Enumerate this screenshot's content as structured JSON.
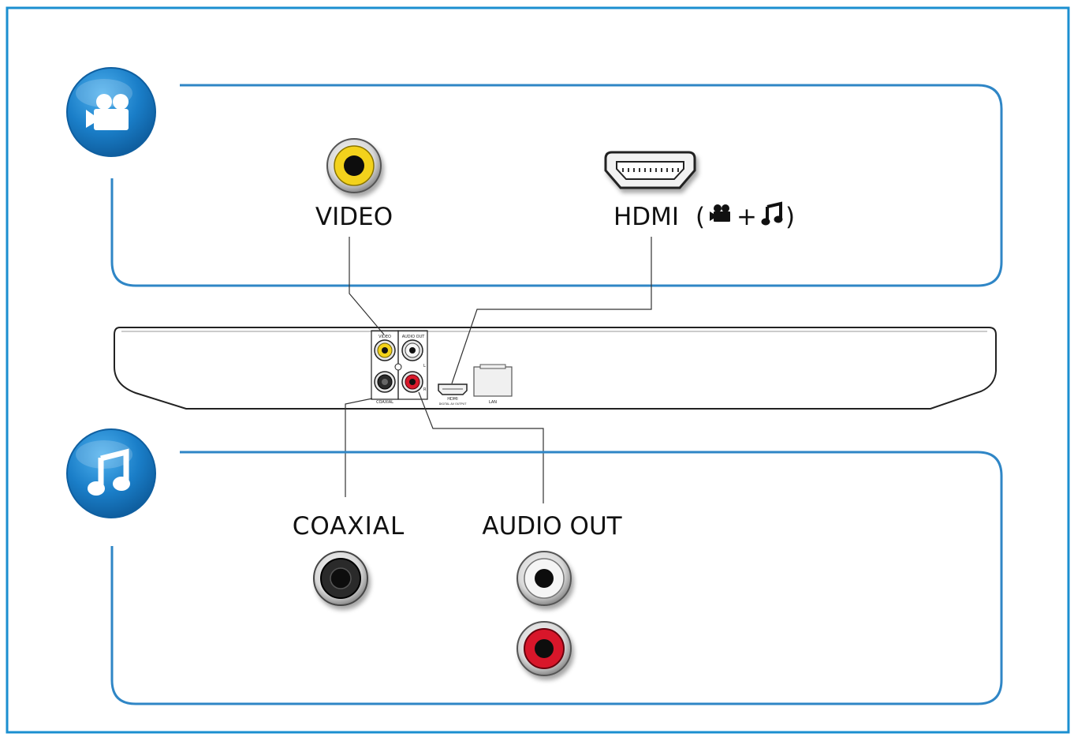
{
  "colors": {
    "frame": "#1b8fd0",
    "panel_border": "#2f86c6",
    "icon_blue": "#1a7ec8",
    "rca_yellow": "#f3d21a",
    "rca_red": "#d8192b",
    "rca_white": "#f2f2f2",
    "rca_black": "#2a2a2a"
  },
  "video_section": {
    "icon": "video-camera-icon",
    "video_label": "VIDEO",
    "hdmi_label": "HDMI",
    "hdmi_icons": [
      "video-camera-icon",
      "music-note-icon"
    ],
    "hdmi_plus": "+"
  },
  "device_panel": {
    "port_labels": {
      "video": "VIDEO",
      "audio_out": "AUDIO OUT",
      "coaxial": "COAXIAL",
      "hdmi": "HDMI",
      "hdmi_sub": "DIGITAL AV OUTPUT",
      "lan": "LAN",
      "left": "L",
      "right": "R"
    }
  },
  "audio_section": {
    "icon": "music-note-icon",
    "coaxial_label": "COAXIAL",
    "audio_out_label": "AUDIO OUT"
  }
}
